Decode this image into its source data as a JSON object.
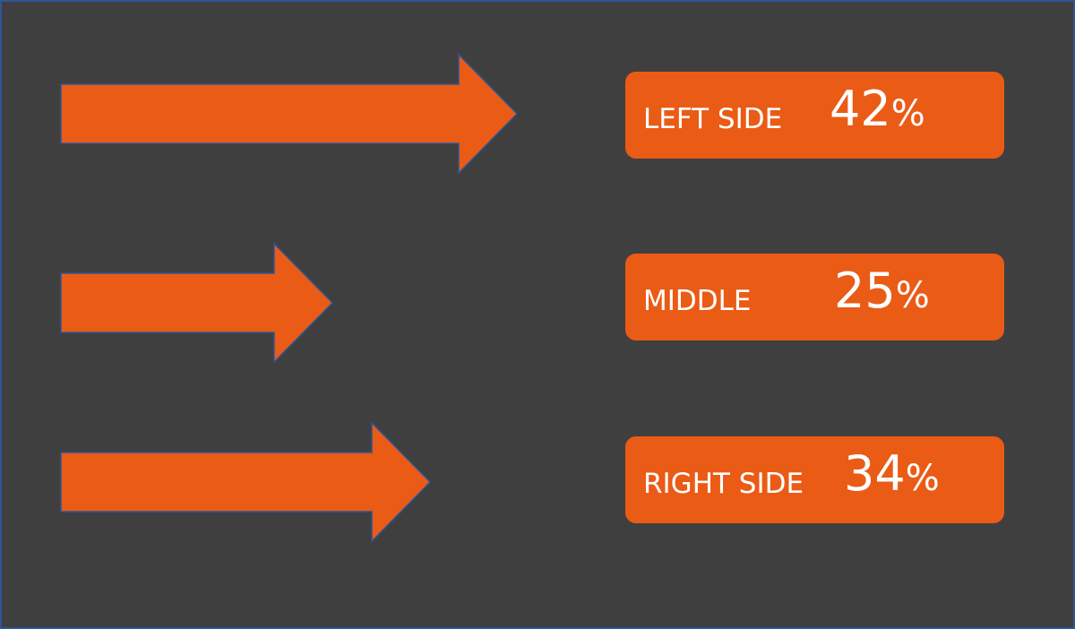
{
  "colors": {
    "background": "#3f3f3f",
    "accent": "#ea5b16",
    "border": "#2f5597",
    "text": "#ffffff"
  },
  "chart_data": {
    "type": "bar",
    "orientation": "horizontal",
    "bar_shape": "arrow",
    "categories": [
      "LEFT SIDE",
      "MIDDLE",
      "RIGHT SIDE"
    ],
    "values": [
      42,
      25,
      34
    ],
    "value_labels": [
      "42",
      "25",
      "34"
    ],
    "unit": "%",
    "title": "",
    "xlabel": "",
    "ylabel": "",
    "grid": false,
    "legend": "none"
  }
}
